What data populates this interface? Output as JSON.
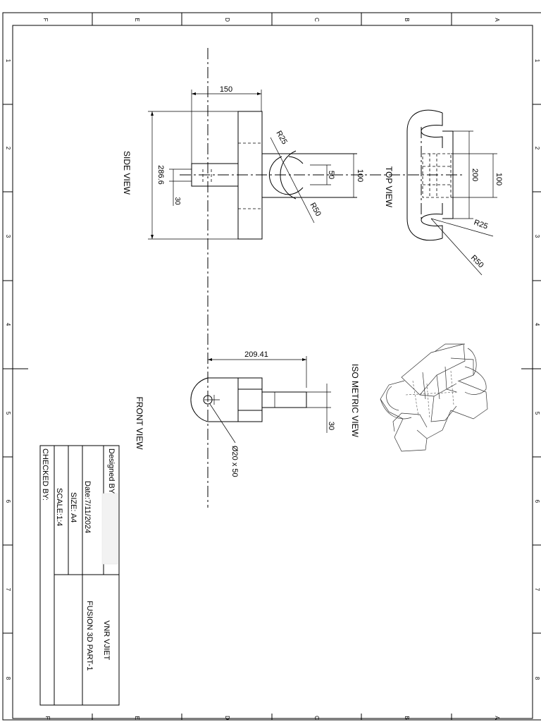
{
  "border": {
    "col_letters": [
      "F",
      "E",
      "D",
      "C",
      "B",
      "A"
    ],
    "row_numbers": [
      "1",
      "2",
      "3",
      "4",
      "5",
      "6",
      "7",
      "8"
    ]
  },
  "views": {
    "side": "SIDE VIEW",
    "top": "TOP VIEW",
    "front": "FRONT VIEW",
    "iso": "ISO METRIC VIEW"
  },
  "dimensions": {
    "side_width": "150",
    "side_height": "286.6",
    "side_step": "30",
    "slot_r_small": "R25",
    "slot_r_large": "R50",
    "slot_width": "50",
    "slot_height": "100",
    "top_width": "200",
    "top_height": "100",
    "top_r_small": "R25",
    "top_r_large": "R50",
    "front_length": "209.41",
    "front_pin": "30",
    "front_hole": "Ø20 x 50"
  },
  "title_block": {
    "designed_by": "Designed BY",
    "date": "Date:7/11/2024",
    "size": "SIZE: A4",
    "scale": "SCALE:1:4",
    "checked_by": "CHECKED BY:",
    "institute": "VNR VJIET",
    "part": "FUSION 3D PART-1"
  }
}
